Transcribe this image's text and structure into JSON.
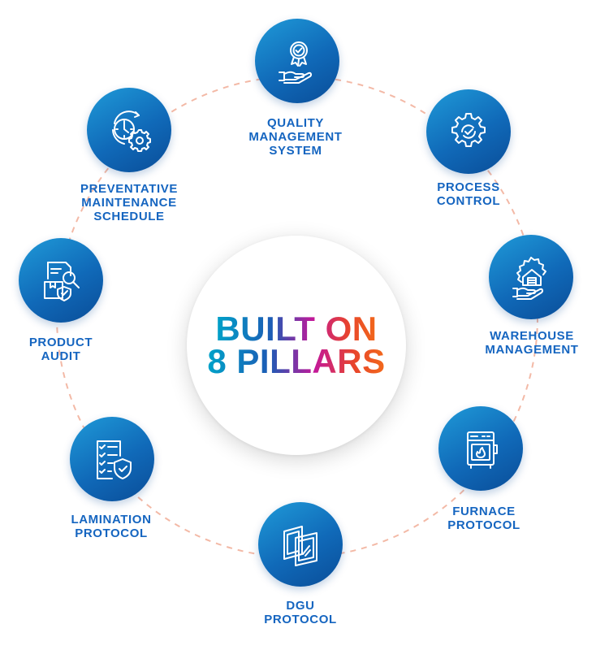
{
  "center": {
    "line1": "BUILT ON",
    "line2": "8 PILLARS"
  },
  "colors": {
    "icon_blue": "#1069b8",
    "label_blue": "#1565c0",
    "ring_dash": "#f3b9a6"
  },
  "pillars": [
    {
      "icon": "quality-badge-hand-icon",
      "lines": [
        "QUALITY",
        "MANAGEMENT",
        "SYSTEM"
      ]
    },
    {
      "icon": "gear-check-icon",
      "lines": [
        "PROCESS",
        "CONTROL"
      ]
    },
    {
      "icon": "warehouse-hand-icon",
      "lines": [
        "WAREHOUSE",
        "MANAGEMENT"
      ]
    },
    {
      "icon": "furnace-icon",
      "lines": [
        "FURNACE",
        "PROTOCOL"
      ]
    },
    {
      "icon": "glass-panes-icon",
      "lines": [
        "DGU",
        "PROTOCOL"
      ]
    },
    {
      "icon": "checklist-shield-icon",
      "lines": [
        "LAMINATION",
        "PROTOCOL"
      ]
    },
    {
      "icon": "document-magnifier-icon",
      "lines": [
        "PRODUCT",
        "AUDIT"
      ]
    },
    {
      "icon": "clock-gears-icon",
      "lines": [
        "PREVENTATIVE",
        "MAINTENANCE",
        "SCHEDULE"
      ]
    }
  ]
}
